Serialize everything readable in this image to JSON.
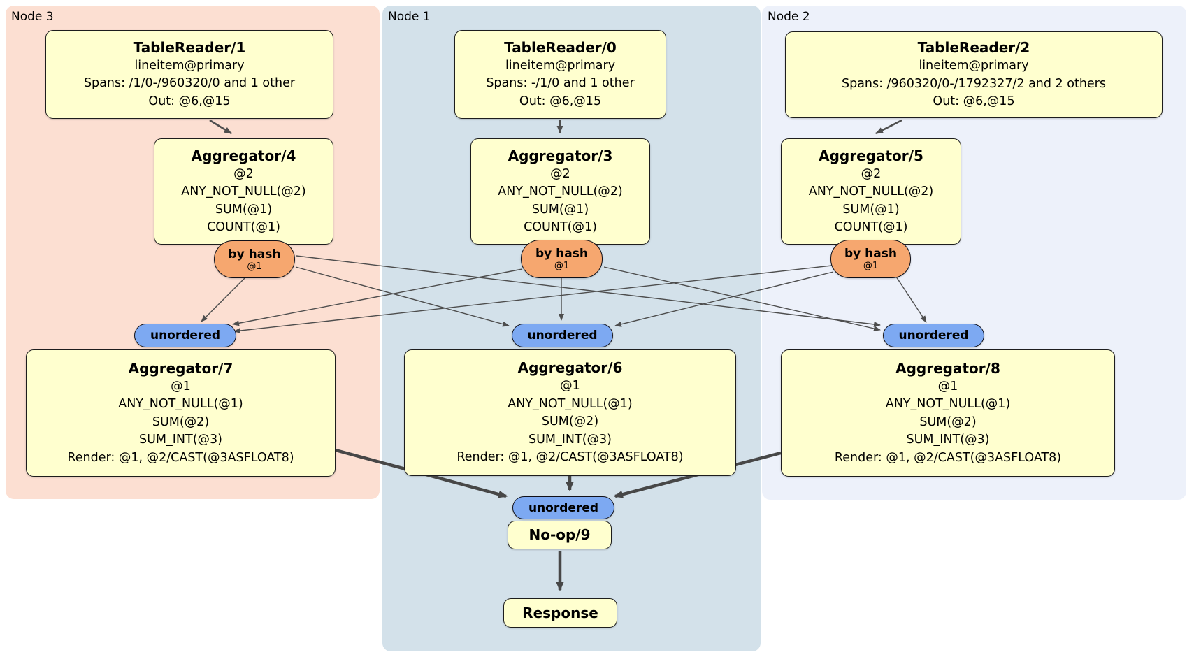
{
  "panels": [
    {
      "id": "node3",
      "label": "Node 3",
      "fill": "#fcdfd2"
    },
    {
      "id": "node1",
      "label": "Node 1",
      "fill": "#d3e1ea"
    },
    {
      "id": "node2",
      "label": "Node 2",
      "fill": "#edf1fa"
    }
  ],
  "nodes": {
    "tr1": {
      "title": "TableReader/1",
      "lines": [
        "lineitem@primary",
        "Spans: /1/0-/960320/0 and 1 other",
        "Out: @6,@15"
      ]
    },
    "tr0": {
      "title": "TableReader/0",
      "lines": [
        "lineitem@primary",
        "Spans: -/1/0 and 1 other",
        "Out: @6,@15"
      ]
    },
    "tr2": {
      "title": "TableReader/2",
      "lines": [
        "lineitem@primary",
        "Spans: /960320/0-/1792327/2 and 2 others",
        "Out: @6,@15"
      ]
    },
    "agg4": {
      "title": "Aggregator/4",
      "lines": [
        "@2",
        "ANY_NOT_NULL(@2)",
        "SUM(@1)",
        "COUNT(@1)"
      ]
    },
    "agg3": {
      "title": "Aggregator/3",
      "lines": [
        "@2",
        "ANY_NOT_NULL(@2)",
        "SUM(@1)",
        "COUNT(@1)"
      ]
    },
    "agg5": {
      "title": "Aggregator/5",
      "lines": [
        "@2",
        "ANY_NOT_NULL(@2)",
        "SUM(@1)",
        "COUNT(@1)"
      ]
    },
    "agg7": {
      "title": "Aggregator/7",
      "lines": [
        "@1",
        "ANY_NOT_NULL(@1)",
        "SUM(@2)",
        "SUM_INT(@3)",
        "Render: @1, @2/CAST(@3ASFLOAT8)"
      ]
    },
    "agg6": {
      "title": "Aggregator/6",
      "lines": [
        "@1",
        "ANY_NOT_NULL(@1)",
        "SUM(@2)",
        "SUM_INT(@3)",
        "Render: @1, @2/CAST(@3ASFLOAT8)"
      ]
    },
    "agg8": {
      "title": "Aggregator/8",
      "lines": [
        "@1",
        "ANY_NOT_NULL(@1)",
        "SUM(@2)",
        "SUM_INT(@3)",
        "Render: @1, @2/CAST(@3ASFLOAT8)"
      ]
    },
    "byhash3": {
      "title": "by hash",
      "sub": "@1"
    },
    "byhash1": {
      "title": "by hash",
      "sub": "@1"
    },
    "byhash2": {
      "title": "by hash",
      "sub": "@1"
    },
    "un3": {
      "label": "unordered"
    },
    "un1": {
      "label": "unordered"
    },
    "un2": {
      "label": "unordered"
    },
    "unb": {
      "label": "unordered"
    },
    "noop": {
      "title": "No-op/9"
    },
    "response": {
      "title": "Response"
    }
  },
  "colors": {
    "panel_node3": "#fcdfd2",
    "panel_node1": "#d3e1ea",
    "panel_node2": "#edf1fa",
    "node_fill": "#ffffcf",
    "hash_router_fill": "#f6a76f",
    "unordered_router_fill": "#7da9f2",
    "edge": "#4d4d4d"
  }
}
